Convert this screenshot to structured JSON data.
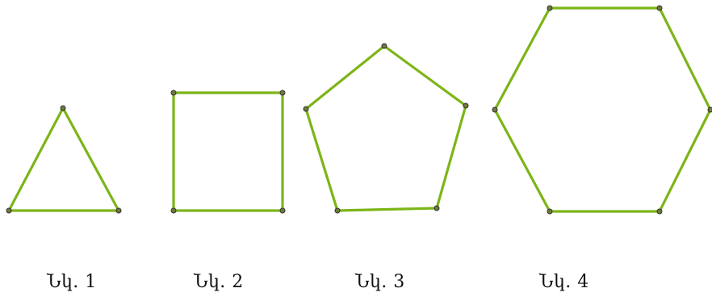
{
  "colors": {
    "edge": "#7cb518",
    "vertex": "#6e7a3a"
  },
  "figures": [
    {
      "shape": "triangle",
      "sides": 3,
      "caption": "Նկ.  1"
    },
    {
      "shape": "square",
      "sides": 4,
      "caption": "Նկ. 2"
    },
    {
      "shape": "pentagon",
      "sides": 5,
      "caption": "Նկ. 3"
    },
    {
      "shape": "hexagon",
      "sides": 6,
      "caption": "Նկ. 4"
    }
  ]
}
